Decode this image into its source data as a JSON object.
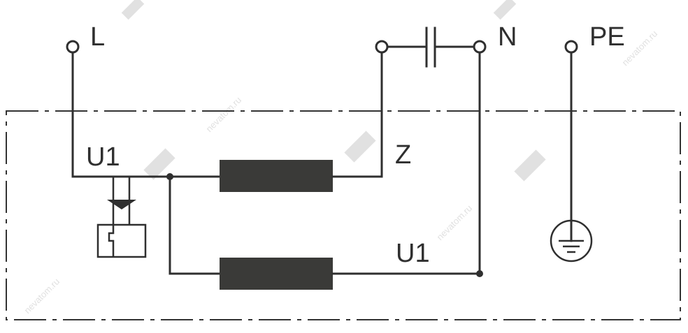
{
  "terminals": {
    "line": "L",
    "neutral": "N",
    "earth": "PE"
  },
  "labels": {
    "winding_top_start": "U1",
    "winding_top_end": "Z",
    "winding_bottom_end": "U1"
  },
  "watermark": {
    "text": "nevatom.ru"
  },
  "colors": {
    "line": "#2f2f2f",
    "winding_fill": "#3a3a38",
    "watermark": "#c8c8c8"
  }
}
